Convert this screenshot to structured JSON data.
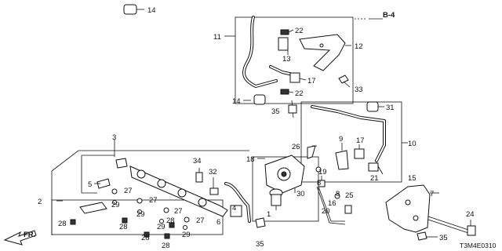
{
  "callouts": {
    "c1": "1",
    "c2": "2",
    "c3": "3",
    "c4": "4",
    "c5": "5",
    "c6": "6",
    "c7": "7",
    "c8a": "8",
    "c8b": "8",
    "c9": "9",
    "c10": "10",
    "c11": "11",
    "c12": "12",
    "c13": "13",
    "c14a": "14",
    "c14b": "14",
    "c15": "15",
    "c16": "16",
    "c17a": "17",
    "c17b": "17",
    "c18": "18",
    "c19": "19",
    "c20": "20",
    "c21": "21",
    "c22a": "22",
    "c22b": "22",
    "c24": "24",
    "c25": "25",
    "c26": "26",
    "c27a": "27",
    "c27b": "27",
    "c27c": "27",
    "c27d": "27",
    "c28a": "28",
    "c28b": "28",
    "c28c": "28",
    "c28d": "28",
    "c28e": "28",
    "c29a": "29",
    "c29b": "29",
    "c29c": "29",
    "c29d": "29",
    "c30": "30",
    "c31": "31",
    "c32": "32",
    "c33": "33",
    "c34": "34",
    "c35a": "35",
    "c35b": "35",
    "c35c": "35"
  },
  "reference_tag": "B-4",
  "diagram_code": "T3M4E0310",
  "front_label": "FR."
}
